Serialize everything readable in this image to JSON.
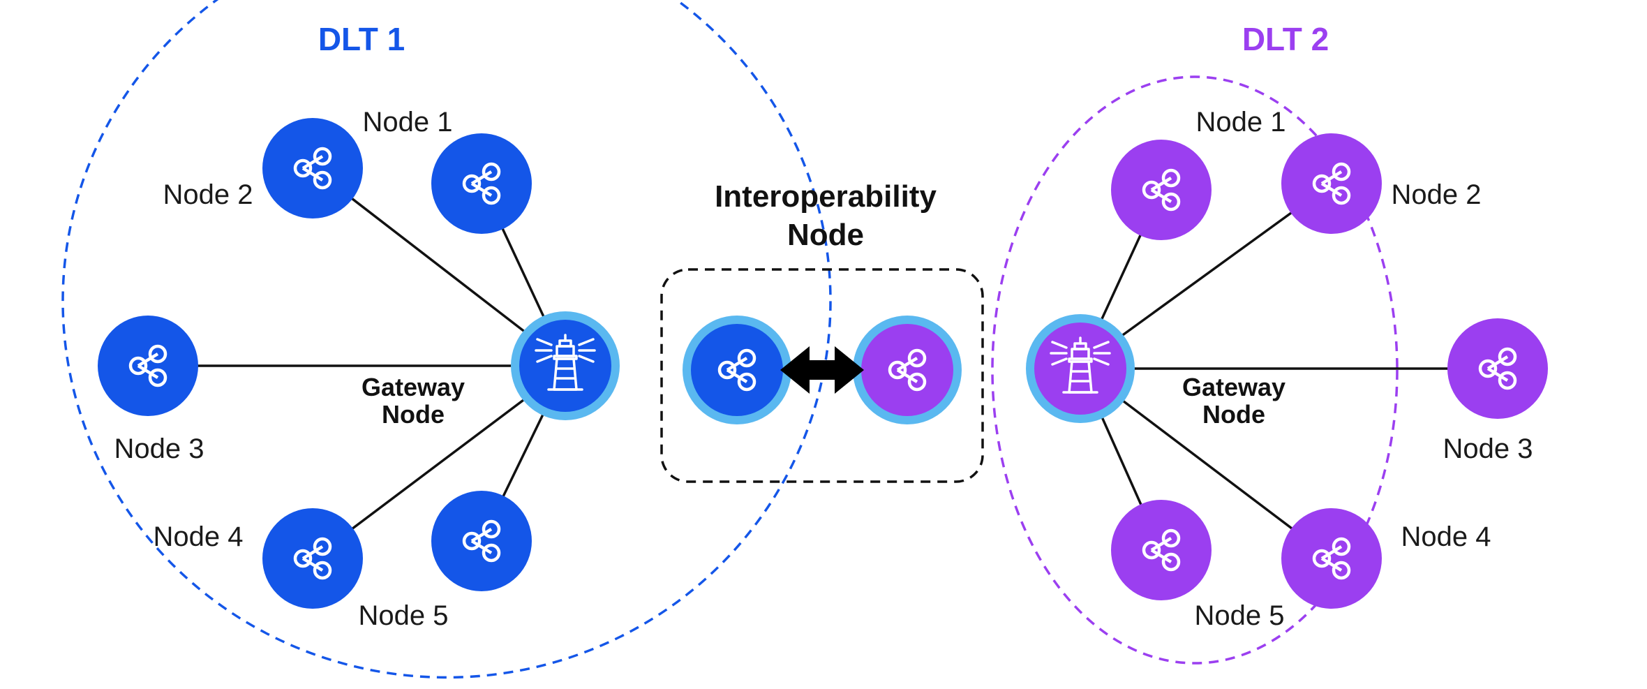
{
  "colors": {
    "dlt1": "#1456e8",
    "dlt2": "#9b3ff0",
    "gateway_ring": "#5ab8f0",
    "edge": "#111111",
    "icon": "#ffffff"
  },
  "icons": {
    "node": "share-network-icon",
    "gateway": "lighthouse-icon",
    "link": "double-arrow-icon"
  },
  "dlt1": {
    "title": "DLT 1",
    "gateway_label_line1": "Gateway",
    "gateway_label_line2": "Node",
    "nodes": [
      "Node 1",
      "Node 2",
      "Node 3",
      "Node 4",
      "Node 5"
    ]
  },
  "dlt2": {
    "title": "DLT 2",
    "gateway_label_line1": "Gateway",
    "gateway_label_line2": "Node",
    "nodes": [
      "Node 1",
      "Node 2",
      "Node 3",
      "Node 4",
      "Node 5"
    ]
  },
  "interop": {
    "title_line1": "Interoperability",
    "title_line2": "Node"
  }
}
